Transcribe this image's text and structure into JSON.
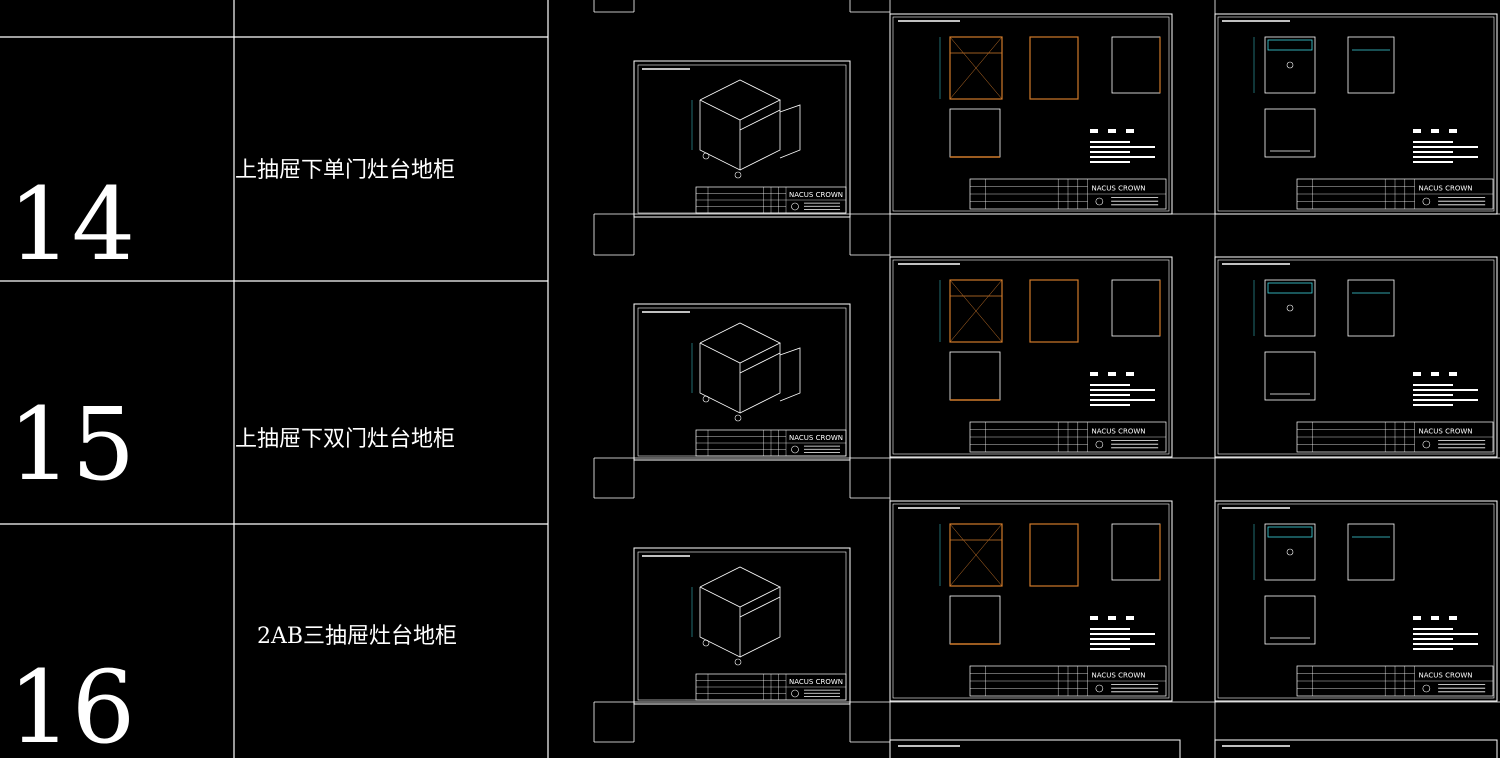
{
  "rows": [
    {
      "number": "14",
      "description": "上抽屉下单门灶台地柜"
    },
    {
      "number": "15",
      "description": "上抽屉下双门灶台地柜"
    },
    {
      "number": "16",
      "description": "2AB三抽屉灶台地柜"
    }
  ],
  "title_block": {
    "brand": "NACUS CROWN"
  },
  "colors": {
    "background": "#000000",
    "line": "#ffffff",
    "accent_orange": "#d07a2a",
    "accent_cyan": "#3fd6e0"
  }
}
